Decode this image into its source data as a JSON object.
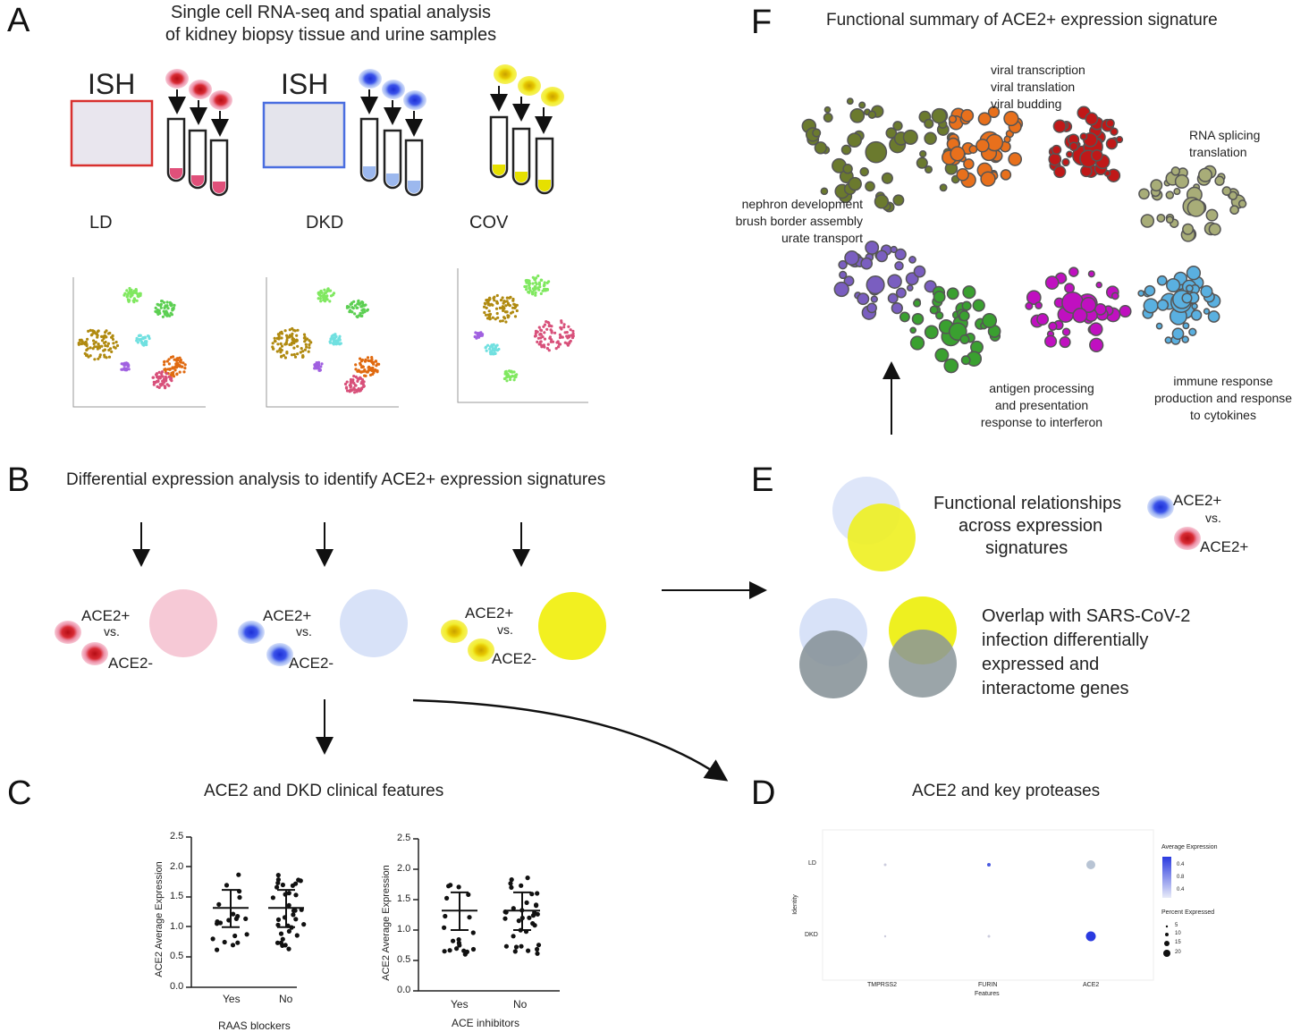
{
  "panels": {
    "A": {
      "letter": "A",
      "title_line1": "Single cell RNA-seq and spatial analysis",
      "title_line2": "of kidney biopsy tissue and urine samples",
      "ish1": "ISH",
      "ish2": "ISH",
      "groups": [
        "LD",
        "DKD",
        "COV"
      ]
    },
    "B": {
      "letter": "B",
      "title": "Differential expression analysis to identify ACE2+ expression signatures",
      "pos": "ACE2+",
      "vs": "vs.",
      "neg": "ACE2-"
    },
    "C": {
      "letter": "C",
      "title": "ACE2 and DKD clinical features",
      "ylabel": "ACE2 Average Expression",
      "plot1_xlabel": "RAAS blockers",
      "plot2_xlabel": "ACE inhibitors",
      "cat_yes": "Yes",
      "cat_no": "No",
      "yticks": [
        "0.0",
        "0.5",
        "1.0",
        "1.5",
        "2.0",
        "2.5"
      ]
    },
    "D": {
      "letter": "D",
      "title": "ACE2 and key proteases",
      "rows": [
        "LD",
        "DKD"
      ],
      "cols": [
        "TMPRSS2",
        "FURIN",
        "ACE2"
      ],
      "xaxis": "Features",
      "yaxis": "Identity",
      "legend_expr_title": "Average Expression",
      "legend_expr_vals": [
        "0.4",
        "0.8",
        "0.4"
      ],
      "legend_pct_title": "Percent Expressed",
      "legend_pct_vals": [
        "5",
        "10",
        "15",
        "20"
      ]
    },
    "E": {
      "letter": "E",
      "rel_line1": "Functional relationships",
      "rel_line2": "across expression",
      "rel_line3": "signatures",
      "pos_top": "ACE2+",
      "vs": "vs.",
      "pos_bottom": "ACE2+",
      "ov_line1": "Overlap with SARS-CoV-2",
      "ov_line2": "infection differentially",
      "ov_line3": "expressed and",
      "ov_line4": "interactome genes"
    },
    "F": {
      "letter": "F",
      "title": "Functional summary of ACE2+ expression signature",
      "lbl_viral": [
        "viral transcription",
        "viral translation",
        "viral budding"
      ],
      "lbl_rna": [
        "RNA splicing",
        "translation"
      ],
      "lbl_nephron": [
        "nephron development",
        "brush border assembly",
        "urate transport"
      ],
      "lbl_antigen": [
        "antigen processing",
        "and presentation",
        "response to interferon"
      ],
      "lbl_immune": [
        "immune response",
        "production and response",
        "to cytokines"
      ]
    }
  },
  "colors": {
    "ld": "#d2232a",
    "dkd": "#3a4fe0",
    "cov": "#e8e020",
    "ld_light": "#f6c9d6",
    "dkd_light": "#d8e2f8",
    "olive": "#6b7a2e",
    "orange": "#e8701c",
    "red": "#c01818",
    "khaki": "#a8ad78",
    "purple": "#7a5ec0",
    "green": "#3aa030",
    "magenta": "#c010c0",
    "skyblue": "#5ab0e0",
    "grey": "#8a959a"
  }
}
